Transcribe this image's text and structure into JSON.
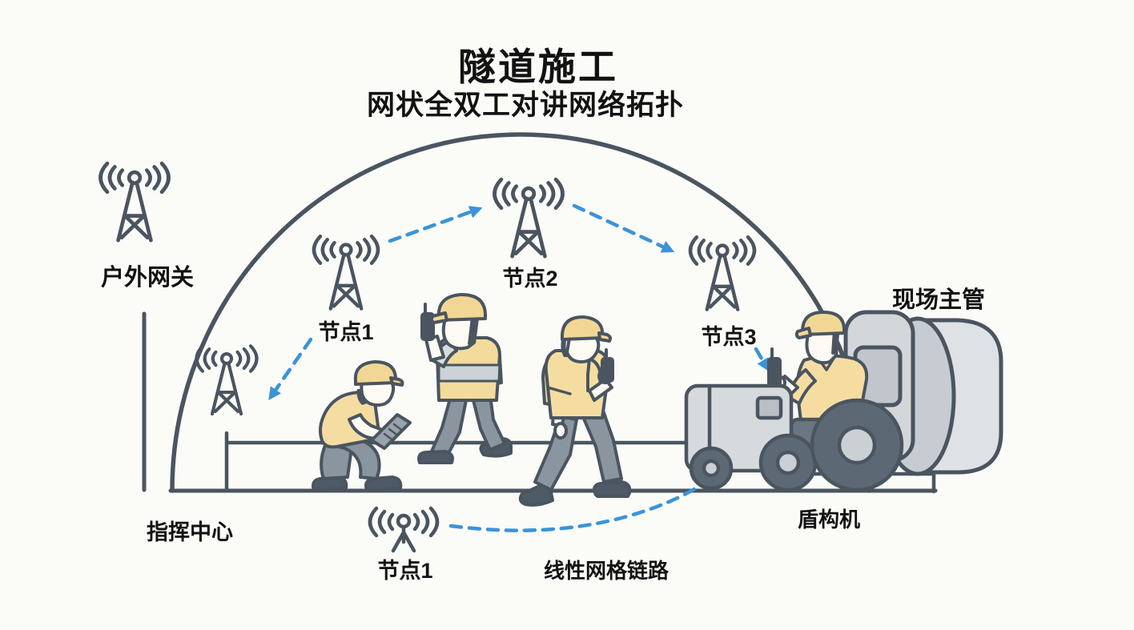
{
  "header": {
    "title": "隧道施工",
    "subtitle": "网状全双工对讲网络拓扑"
  },
  "labels": {
    "outdoor_gateway": "户外网关",
    "command_center": "指挥中心",
    "node1_upper": "节点1",
    "node2": "节点2",
    "node3": "节点3",
    "node1_lower": "节点1",
    "site_supervisor": "现场主管",
    "shield_machine": "盾构机",
    "linear_mesh_link": "线性网格链路"
  },
  "colors": {
    "outline": "#4a5560",
    "link_blue": "#3b93d8",
    "hat_yellow": "#f2d794",
    "shirt_yellow": "#f5dda1",
    "vest_yellow": "#f3db9b",
    "machine_gray": "#d6dadd",
    "drum_band_gray": "#c6ccd1",
    "wheel_gray": "#5c6874",
    "pants_gray": "#8a95a0",
    "text": "#121212",
    "background": "#fbfbf8"
  },
  "network": {
    "nodes": [
      {
        "id": "outdoor_gateway",
        "label": "户外网关",
        "icon": "antenna-tower-icon",
        "location": "outside tunnel, top-left"
      },
      {
        "id": "tunnel_entrance_antenna",
        "icon": "antenna-tower-icon",
        "location": "tunnel entrance"
      },
      {
        "id": "node1_upper",
        "label": "节点1",
        "icon": "antenna-tower-icon",
        "location": "inside tunnel, left"
      },
      {
        "id": "node2",
        "label": "节点2",
        "icon": "antenna-tower-icon",
        "location": "inside tunnel, top-center"
      },
      {
        "id": "node3",
        "label": "节点3",
        "icon": "antenna-tower-icon",
        "location": "inside tunnel, right"
      },
      {
        "id": "node1_lower",
        "label": "节点1",
        "icon": "antenna-mini-icon",
        "location": "tunnel floor, bottom"
      }
    ],
    "links": [
      {
        "from": "node1_upper",
        "to": "tunnel_entrance_antenna",
        "type": "dashed-arrow"
      },
      {
        "from": "node1_upper",
        "to": "node2",
        "type": "dashed-arrow"
      },
      {
        "from": "node2",
        "to": "node3",
        "type": "dashed-arrow"
      },
      {
        "from": "node3",
        "to": "site_supervisor",
        "type": "dashed-arrow"
      },
      {
        "from": "node1_lower",
        "to": "shield_machine",
        "type": "dashed-curve",
        "label": "线性网格链路"
      }
    ],
    "people": [
      {
        "id": "worker_kneeling",
        "holds": "tablet",
        "location": "near command center"
      },
      {
        "id": "worker_walking_vest",
        "holds": "walkie-talkie",
        "location": "walkway"
      },
      {
        "id": "worker_walking_yellow",
        "holds": "walkie-talkie",
        "location": "tunnel floor"
      },
      {
        "id": "site_supervisor",
        "holds": "walkie-talkie",
        "location": "on shield machine"
      }
    ]
  }
}
